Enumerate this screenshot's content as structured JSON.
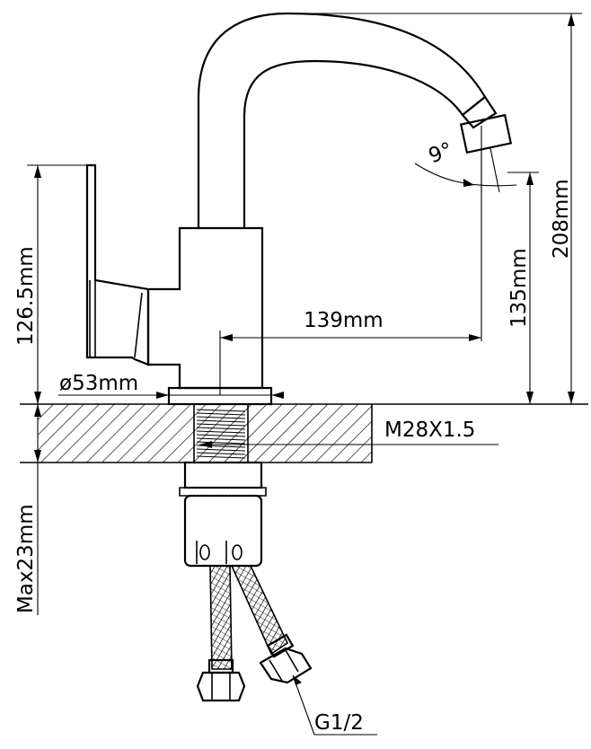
{
  "dimensions": {
    "total_height": "208mm",
    "spout_height": "135mm",
    "handle_height": "126.5mm",
    "spout_reach": "139mm",
    "base_diameter": "ø53mm",
    "thread": "M28X1.5",
    "max_thickness": "Max23mm",
    "spout_angle": "9°",
    "hose_connection": "G1/2"
  }
}
